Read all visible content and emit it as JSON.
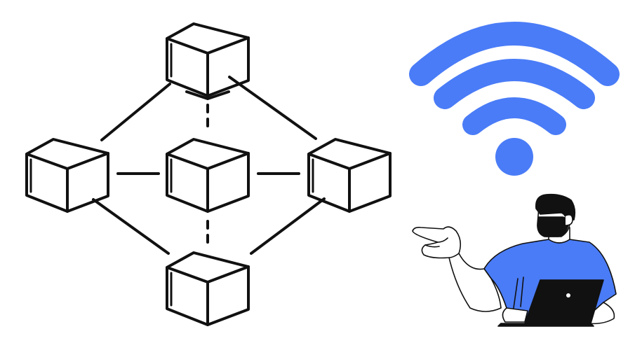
{
  "illustration": {
    "subjects": [
      "blockchain-network",
      "wifi-signal",
      "person-pointing-with-laptop"
    ]
  },
  "palette": {
    "outline": "#111111",
    "accent_blue": "#4a7cf7",
    "background": "#ffffff",
    "skin": "#ffffff"
  },
  "network": {
    "block_count": 5,
    "link_count": 8
  },
  "wifi": {
    "arc_count": 3
  }
}
